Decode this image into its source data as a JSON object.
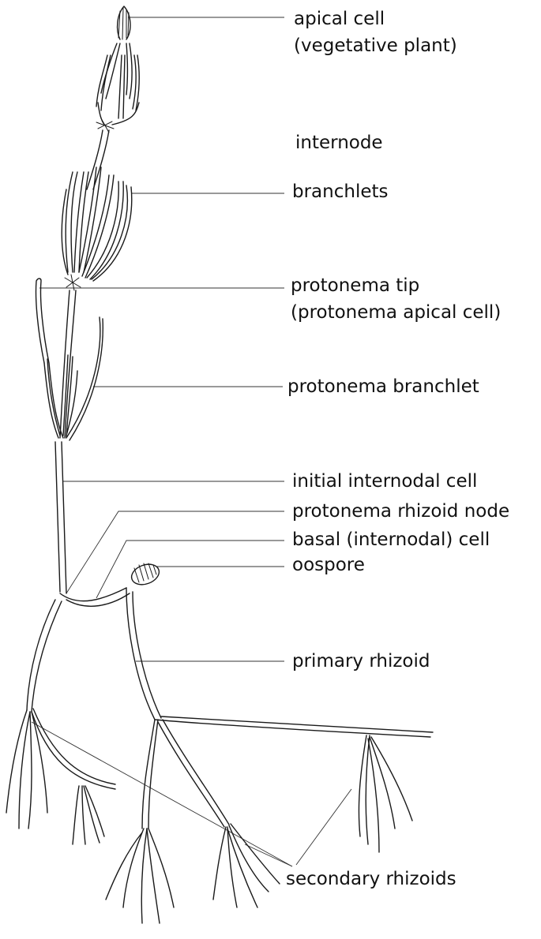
{
  "labels": {
    "apical_cell": "apical cell",
    "apical_cell_note": "(vegetative plant)",
    "internode": "internode",
    "branchlets": "branchlets",
    "protonema_tip": "protonema tip",
    "protonema_tip_note": "(protonema apical cell)",
    "protonema_branchlet": "protonema branchlet",
    "initial_internodal_cell": "initial internodal cell",
    "protonema_rhizoid_node": "protonema rhizoid node",
    "basal_cell": "basal (internodal) cell",
    "oospore": "oospore",
    "primary_rhizoid": "primary rhizoid",
    "secondary_rhizoids": "secondary rhizoids"
  }
}
